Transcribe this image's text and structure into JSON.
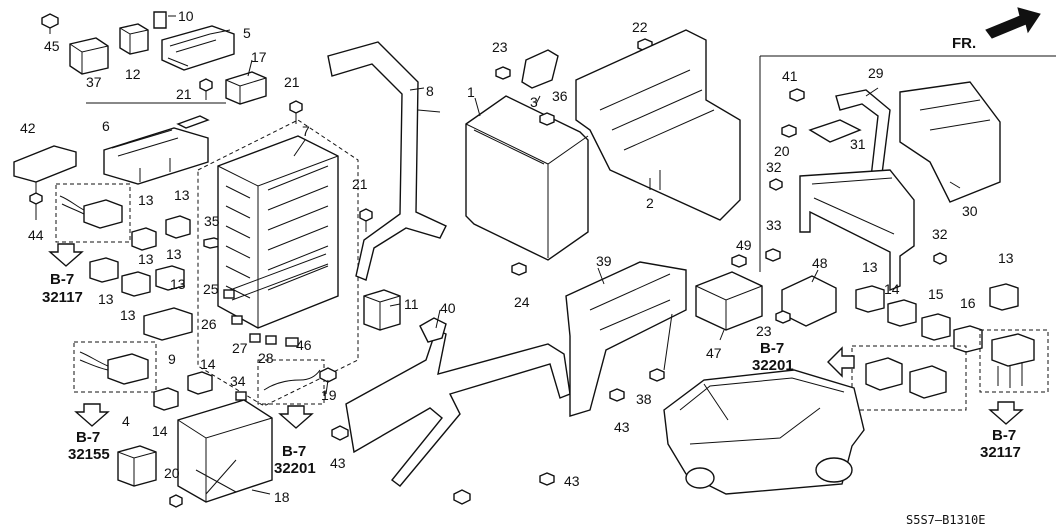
{
  "diagram": {
    "drawing_code": "S5S7—B1310E",
    "front_label": "FR.",
    "references": [
      {
        "id": "ref-b7-32117-left",
        "line1": "B-7",
        "line2": "32117"
      },
      {
        "id": "ref-b7-32155",
        "line1": "B-7",
        "line2": "32155"
      },
      {
        "id": "ref-b7-32201-center",
        "line1": "B-7",
        "line2": "32201"
      },
      {
        "id": "ref-b7-32201-right",
        "line1": "B-7",
        "line2": "32201"
      },
      {
        "id": "ref-b7-32117-right",
        "line1": "B-7",
        "line2": "32117"
      }
    ],
    "callouts": [
      "45",
      "10",
      "5",
      "37",
      "12",
      "17",
      "21",
      "21",
      "8",
      "42",
      "6",
      "7",
      "13",
      "13",
      "13",
      "13",
      "35",
      "44",
      "13",
      "13",
      "13",
      "9",
      "25",
      "26",
      "27",
      "28",
      "11",
      "21",
      "46",
      "14",
      "34",
      "19",
      "4",
      "20",
      "18",
      "43",
      "40",
      "14",
      "1",
      "23",
      "3",
      "36",
      "2",
      "22",
      "41",
      "29",
      "20",
      "31",
      "32",
      "33",
      "30",
      "32",
      "49",
      "24",
      "39",
      "48",
      "23",
      "47",
      "38",
      "43",
      "43",
      "13",
      "14",
      "15",
      "16",
      "13"
    ]
  }
}
